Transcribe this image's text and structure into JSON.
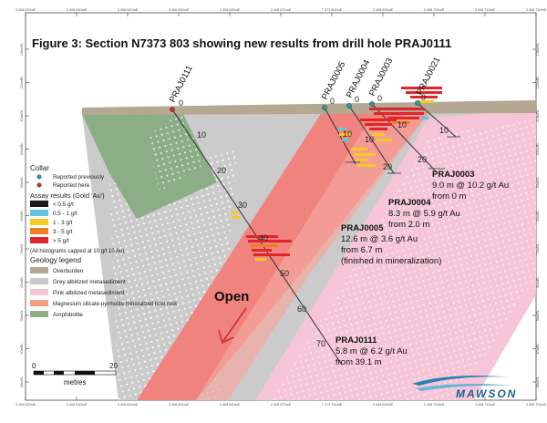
{
  "figure": {
    "title": "Figure 3: Section N7373 803 showing new results from drill hole PRAJ0111",
    "open_label": "Open",
    "logo_text": "MAWSON"
  },
  "frame": {
    "top_ticks": [
      "3 408 520mE",
      "3 408 630mE",
      "3 408 640mE",
      "3 408 650mE",
      "3 408 660mE",
      "3 408 670mE",
      "7 373 800mE",
      "3 408 690mE",
      "3 408 700mE",
      "3 408 710mE",
      "3 408 720mE"
    ],
    "bottom_ticks": [
      "3 408 620mE",
      "3 408 630mE",
      "3 408 640mE",
      "3 408 650mE",
      "3 408 660mE",
      "3 408 670mE",
      "7 373 790mE",
      "3 408 690mE",
      "3 408 700mE",
      "3 408 710mE",
      "3 408 720mE"
    ],
    "left_ticks": [
      "130mRL",
      "120mRL",
      "110mRL",
      "100mRL",
      "90mRL",
      "80mRL",
      "70mRL",
      "60mRL",
      "50mRL",
      "40mRL",
      "30mRL"
    ],
    "right_ticks": [
      "130mRL",
      "120mRL",
      "110mRL",
      "100mRL",
      "90mRL",
      "80mRL",
      "70mRL",
      "60mRL",
      "50mRL",
      "40mRL",
      "30mRL"
    ]
  },
  "legend": {
    "collar_title": "Collar",
    "collar_items": [
      {
        "label": "Reported previously",
        "color": "#2a9c9c"
      },
      {
        "label": "Reported here",
        "color": "#d02b2b"
      }
    ],
    "assay_title": "Assay results (Gold 'Au')",
    "assay_items": [
      {
        "label": "< 0.5 g/t",
        "color": "#1a1a1a"
      },
      {
        "label": "0.5 - 1 g/t",
        "color": "#5ec5dc"
      },
      {
        "label": "1 - 3 g/t",
        "color": "#f3cb21"
      },
      {
        "label": "3 - 5 g/t",
        "color": "#ef7d22"
      },
      {
        "label": "> 5 g/t",
        "color": "#e0262a"
      }
    ],
    "assay_note": "(All histograms capped at 10 g/t 10 Au)",
    "geology_title": "Geology legend",
    "geology_items": [
      {
        "label": "Overburden",
        "color": "#b4a893"
      },
      {
        "label": "Grey albitized metasediment",
        "color": "#c8c8c8"
      },
      {
        "label": "Pink albitized metasediment",
        "color": "#f6c6d8"
      },
      {
        "label": "Magnesium silicate-pyrrhotite mineralized host rock",
        "color": "#f4a080"
      },
      {
        "label": "Amphibolite",
        "color": "#8cae86"
      }
    ]
  },
  "scale_bar": {
    "zero": "0",
    "end": "20",
    "unit": "metres"
  },
  "holes": [
    {
      "name": "PRAJ0111",
      "kind": "Reported here",
      "depth_labels": [
        "0",
        "10",
        "20",
        "30",
        "40",
        "50",
        "60",
        "70"
      ]
    },
    {
      "name": "PRAJ0005",
      "kind": "Reported previously",
      "depth_labels": [
        "0",
        "10"
      ]
    },
    {
      "name": "PRAJ0004",
      "kind": "Reported previously",
      "depth_labels": [
        "0",
        "10",
        "20"
      ]
    },
    {
      "name": "PRAJ0003",
      "kind": "Reported previously",
      "depth_labels": [
        "0",
        "10",
        "20"
      ]
    },
    {
      "name": "PRAJ0021",
      "kind": "Reported previously",
      "depth_labels": [
        "0",
        "10"
      ]
    }
  ],
  "annotations": [
    {
      "hole": "PRAJ0003",
      "lines": [
        "9.0 m @ 10.2 g/t Au",
        "from  0 m"
      ]
    },
    {
      "hole": "PRAJ0004",
      "lines": [
        "8.3 m @ 5.9 g/t Au",
        "from  2.0 m"
      ]
    },
    {
      "hole": "PRAJ0005",
      "lines": [
        "12.6 m @ 3.6 g/t Au",
        "from  6.7 m",
        "(finished in mineralization)"
      ]
    },
    {
      "hole": "PRAJ0111",
      "lines": [
        "5.8 m @ 6.2 g/t Au",
        "from  39.1 m"
      ]
    }
  ]
}
